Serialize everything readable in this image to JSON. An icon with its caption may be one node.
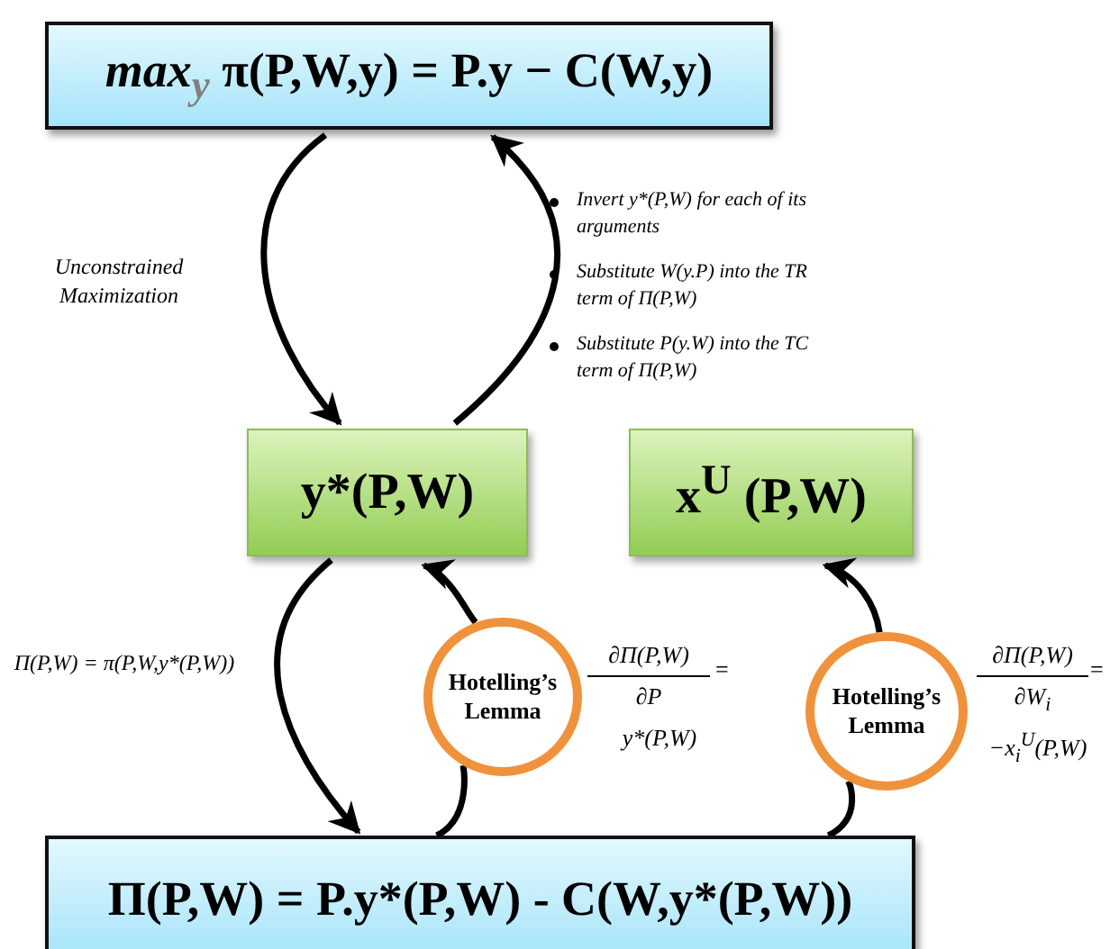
{
  "diagram": {
    "nodes": [
      {
        "text": [
          "*max*$_{y}$ π(P,W,y) = P.y − C(W,y)"
        ]
      },
      {
        "text": [
          "y*(P,W)"
        ]
      },
      {
        "text": [
          "x$^{U}$ (P,W)"
        ]
      },
      {
        "text": [
          "Hotelling’s Lemma"
        ]
      },
      {
        "text": [
          "Hotelling’s Lemma"
        ]
      },
      {
        "text": [
          "Π(P,W) = P.y*(P,W) - C(W,y*(P,W))"
        ]
      }
    ],
    "edges": [
      {
        "from": 0,
        "to": 1,
        "arrow": "to",
        "label": "Unconstrained Maximization"
      },
      {
        "from": 1,
        "to": 0,
        "arrow": "to"
      },
      {
        "from": 1,
        "to": 5,
        "arrow": "to",
        "label": "Π(P,W) = π(P,W,y*(P,W))"
      },
      {
        "from": 5,
        "to": 3,
        "arrow": "none"
      },
      {
        "from": 3,
        "to": 1,
        "arrow": "to"
      },
      {
        "from": 5,
        "to": 4,
        "arrow": "none"
      },
      {
        "from": 4,
        "to": 2,
        "arrow": "to"
      }
    ],
    "labels": [
      "Invert y*(P,W) for each of its arguments",
      "Substitute W(y.P) into the TR term of Π(P,W)",
      "Substitute P(y.W) into the TC term of Π(P,W)",
      "∂Π(P,W)",
      "∂P",
      "=",
      "y*(P,W)",
      "∂Π(P,W)",
      "∂W$_{i}$",
      "=",
      "−x$_{i}$$^{U}$(P,W)"
    ]
  }
}
